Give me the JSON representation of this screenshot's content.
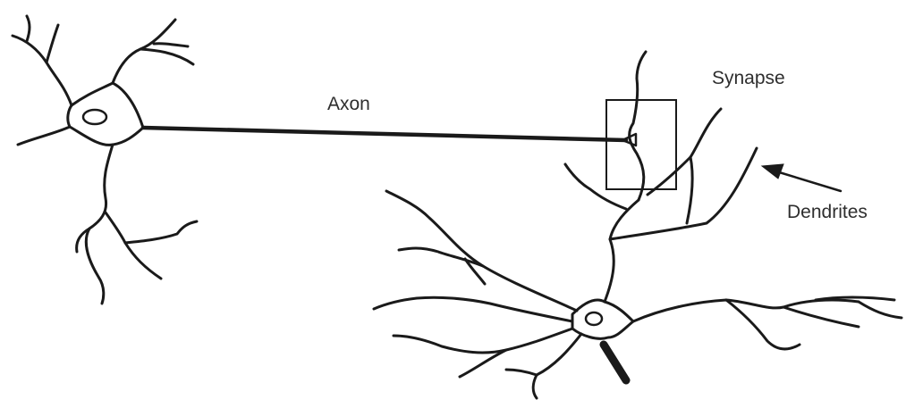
{
  "labels": {
    "axon": "Axon",
    "synapse": "Synapse",
    "dendrites": "Dendrites"
  },
  "colors": {
    "ink": "#1a1a1a",
    "label": "#2e2e2e",
    "background": "#ffffff"
  }
}
